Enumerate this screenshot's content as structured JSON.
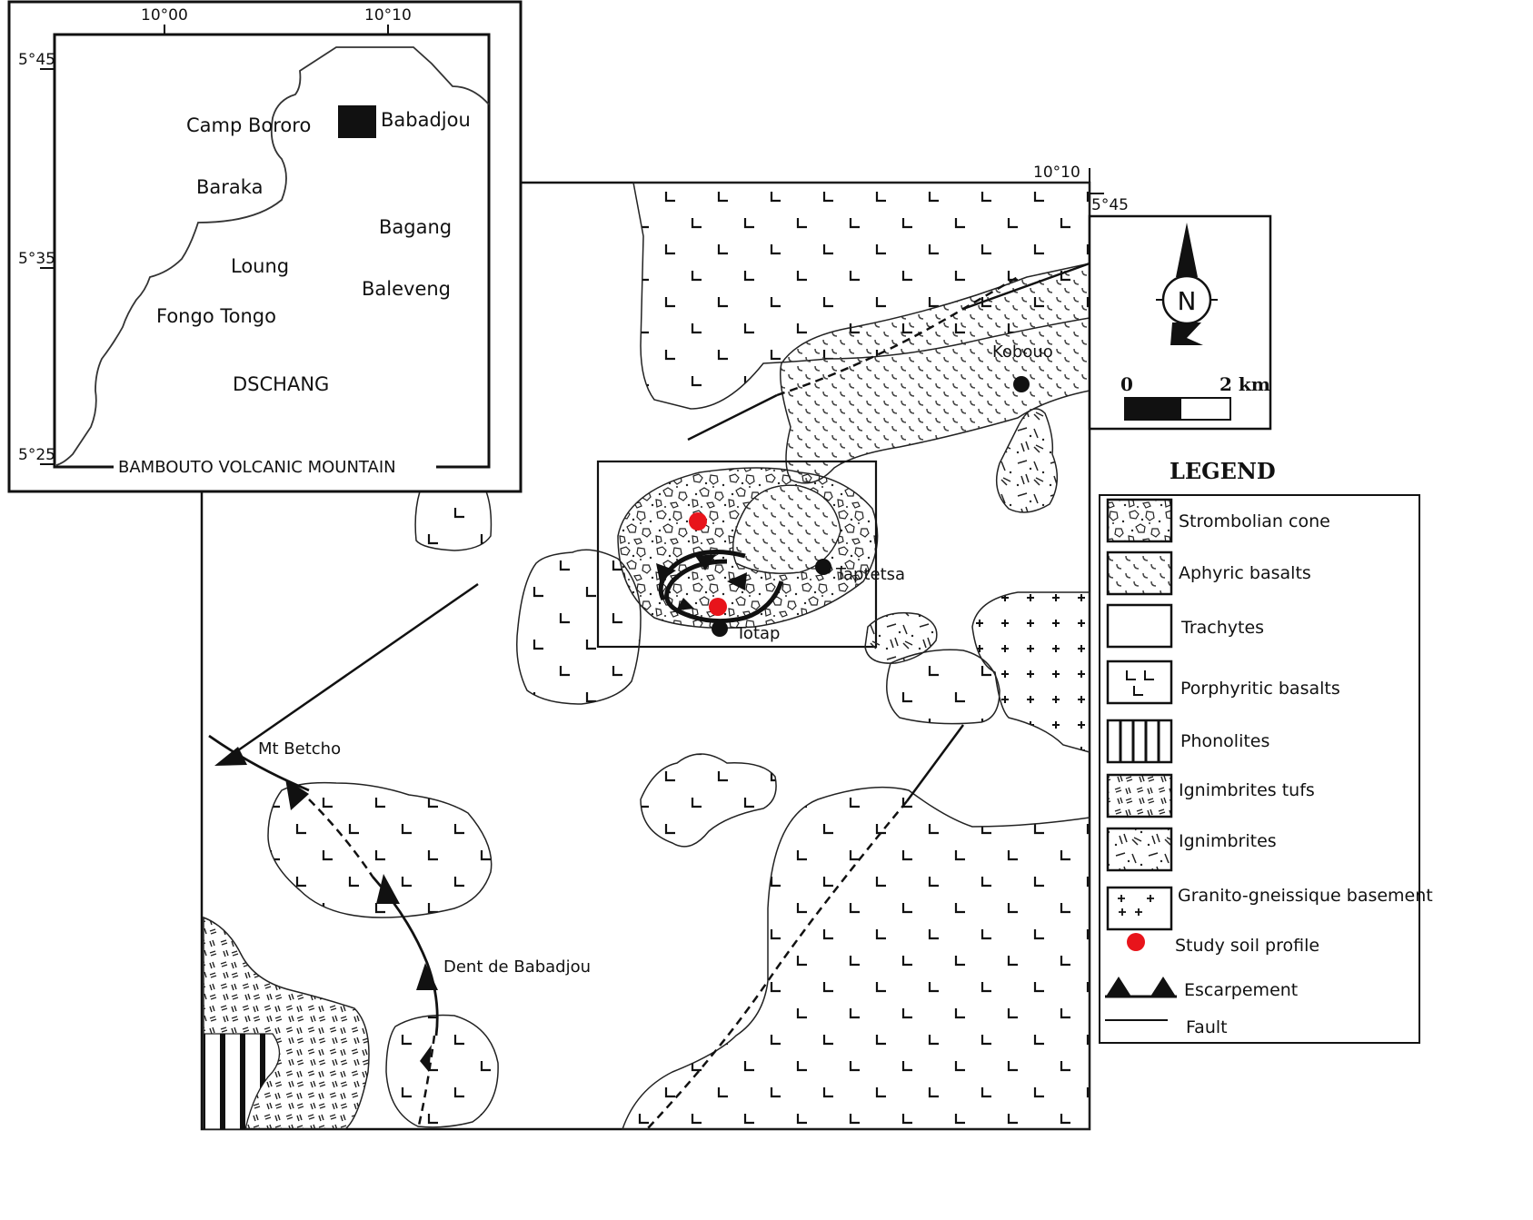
{
  "inset_map": {
    "title": "BAMBOUTO VOLCANIC MOUNTAIN",
    "longitude_ticks": [
      "10°00",
      "10°10"
    ],
    "latitude_ticks": [
      "5°45",
      "5°35",
      "5°25"
    ],
    "places": [
      {
        "name": "Camp Bororo"
      },
      {
        "name": "Babadjou",
        "marker": "study-area-square"
      },
      {
        "name": "Baraka"
      },
      {
        "name": "Bagang"
      },
      {
        "name": "Loung"
      },
      {
        "name": "Baleveng"
      },
      {
        "name": "Fongo Tongo"
      },
      {
        "name": "DSCHANG"
      }
    ]
  },
  "main_map": {
    "corner_longitude": "10°10",
    "corner_latitude": "5°45",
    "localities": [
      {
        "name": "Kobouo"
      },
      {
        "name": "Taptetsa"
      },
      {
        "name": "Totap"
      },
      {
        "name": "Mt Betcho"
      },
      {
        "name": "Dent de Babadjou"
      }
    ],
    "study_profiles_count": 2
  },
  "north_arrow": {
    "label": "N"
  },
  "scale_bar": {
    "start": "0",
    "end": "2 km"
  },
  "legend": {
    "title": "LEGEND",
    "items": [
      {
        "label": "Strombolian cone",
        "pattern": "strombolian"
      },
      {
        "label": "Aphyric basalts",
        "pattern": "aphyric"
      },
      {
        "label": "Trachytes",
        "pattern": "none"
      },
      {
        "label": "Porphyritic basalts",
        "pattern": "porphyritic"
      },
      {
        "label": "Phonolites",
        "pattern": "phonolite"
      },
      {
        "label": "Ignimbrites tufs",
        "pattern": "ignimbrite-tuf"
      },
      {
        "label": "Ignimbrites",
        "pattern": "ignimbrite"
      },
      {
        "label": "Granito-gneissique basement",
        "pattern": "granite"
      },
      {
        "label": "Study soil profile",
        "symbol": "red-dot"
      },
      {
        "label": "Escarpement",
        "symbol": "triangle-line"
      },
      {
        "label": "Fault",
        "symbol": "line"
      }
    ]
  },
  "colors": {
    "study_profile": "#e8141b",
    "ink": "#111111",
    "paper": "#ffffff"
  }
}
